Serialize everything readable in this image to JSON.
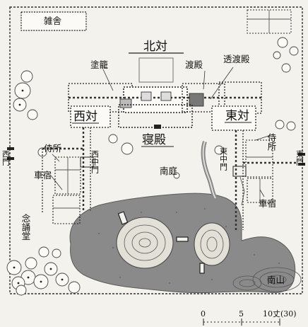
{
  "labels": {
    "zatsusha": "雑舎",
    "kitanotai": "北対",
    "watadono": "渡殿",
    "sukiwatadono": "透渡殿",
    "hokora": "塗籠",
    "nishinotai": "西対",
    "higashinotai": "東対",
    "shinden": "寝殿",
    "saimon": "西門",
    "higashimon": "東門",
    "saichumon": "西中門",
    "higashichumon": "東中門",
    "jisho_left": "侍所",
    "jisho_right": "侍所",
    "kurumayadori_left": "車宿",
    "kurumayadori_right": "車宿",
    "nenbutsudo": "念誦堂",
    "nantei": "南庭",
    "nanzan": "南山"
  },
  "scale": {
    "ticks": [
      "0",
      "5",
      "10丈(30)"
    ]
  }
}
